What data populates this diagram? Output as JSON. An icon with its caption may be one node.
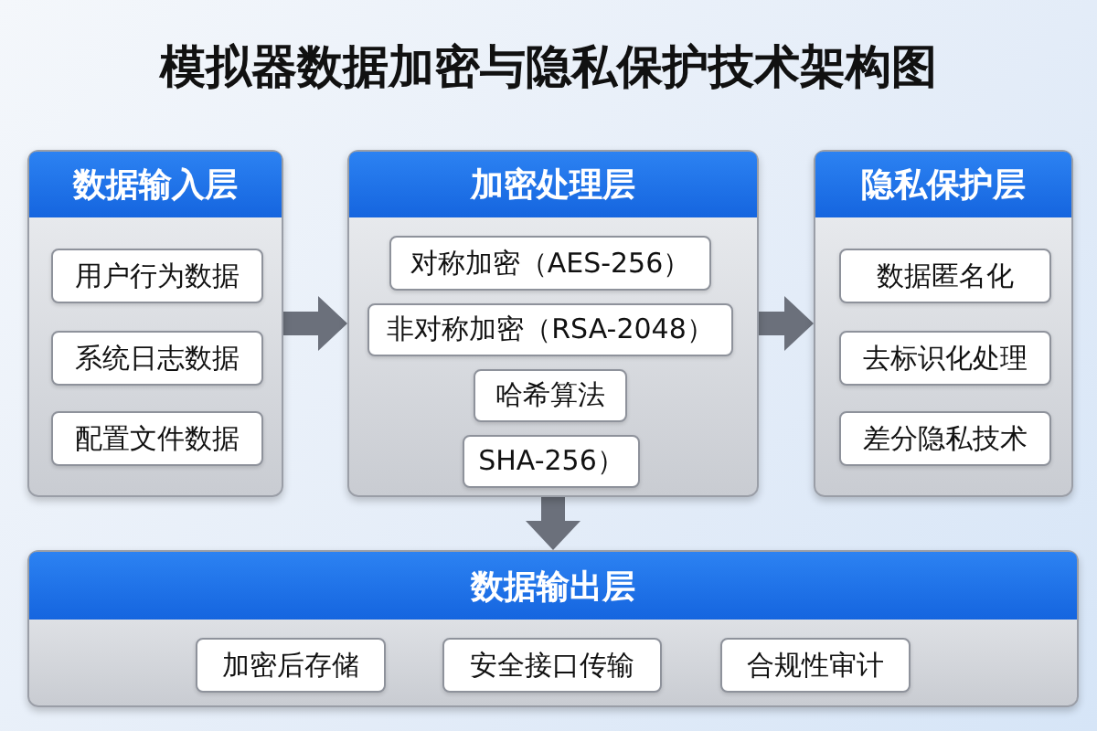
{
  "diagram": {
    "title": "模拟器数据加密与隐私保护技术架构图",
    "nodes": [
      {
        "text": [
          "数据输入层"
        ]
      },
      {
        "text": [
          "用户行为数据"
        ],
        "in": 0
      },
      {
        "text": [
          "系统日志数据"
        ],
        "in": 0
      },
      {
        "text": [
          "配置文件数据"
        ],
        "in": 0
      },
      {
        "text": [
          "加密处理层"
        ]
      },
      {
        "text": [
          "对称加密（AES-256）"
        ],
        "in": 4
      },
      {
        "text": [
          "非对称加密（RSA-2048）"
        ],
        "in": 4
      },
      {
        "text": [
          "哈希算法"
        ],
        "in": 4
      },
      {
        "text": [
          "SHA-256）"
        ],
        "in": 4
      },
      {
        "text": [
          "隐私保护层"
        ]
      },
      {
        "text": [
          "数据匿名化"
        ],
        "in": 9
      },
      {
        "text": [
          "去标识化处理"
        ],
        "in": 9
      },
      {
        "text": [
          "差分隐私技术"
        ],
        "in": 9
      },
      {
        "text": [
          "数据输出层"
        ]
      },
      {
        "text": [
          "加密后存储"
        ],
        "in": 13
      },
      {
        "text": [
          "安全接口传输"
        ],
        "in": 13
      },
      {
        "text": [
          "合规性审计"
        ],
        "in": 13
      }
    ],
    "edges": [
      {
        "from": 0,
        "to": 4,
        "arrow": "to"
      },
      {
        "from": 4,
        "to": 9,
        "arrow": "to"
      },
      {
        "from": 4,
        "to": 13,
        "arrow": "to"
      }
    ]
  }
}
